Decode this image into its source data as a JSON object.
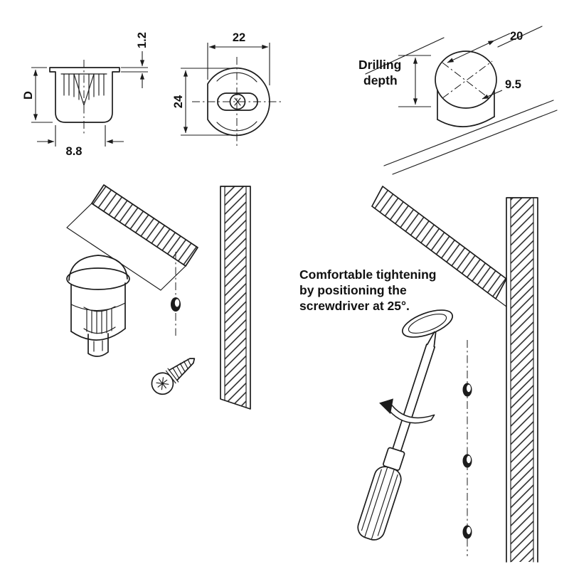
{
  "diagram": {
    "background": "#ffffff",
    "line_color": "#1c1c1c",
    "subject": "cabinet-connector-fitting-technical-drawing"
  },
  "side_view": {
    "flange_thickness": "1.2",
    "height": "D",
    "width": "8.8"
  },
  "front_view": {
    "width": "22",
    "height": "24"
  },
  "drill_view": {
    "line1": "Drilling",
    "line2": "depth",
    "diameter": "20",
    "depth": "9.5"
  },
  "caption": {
    "line1": "Comfortable tightening",
    "line2": "by positioning the",
    "line3": "screwdriver at 25°."
  }
}
